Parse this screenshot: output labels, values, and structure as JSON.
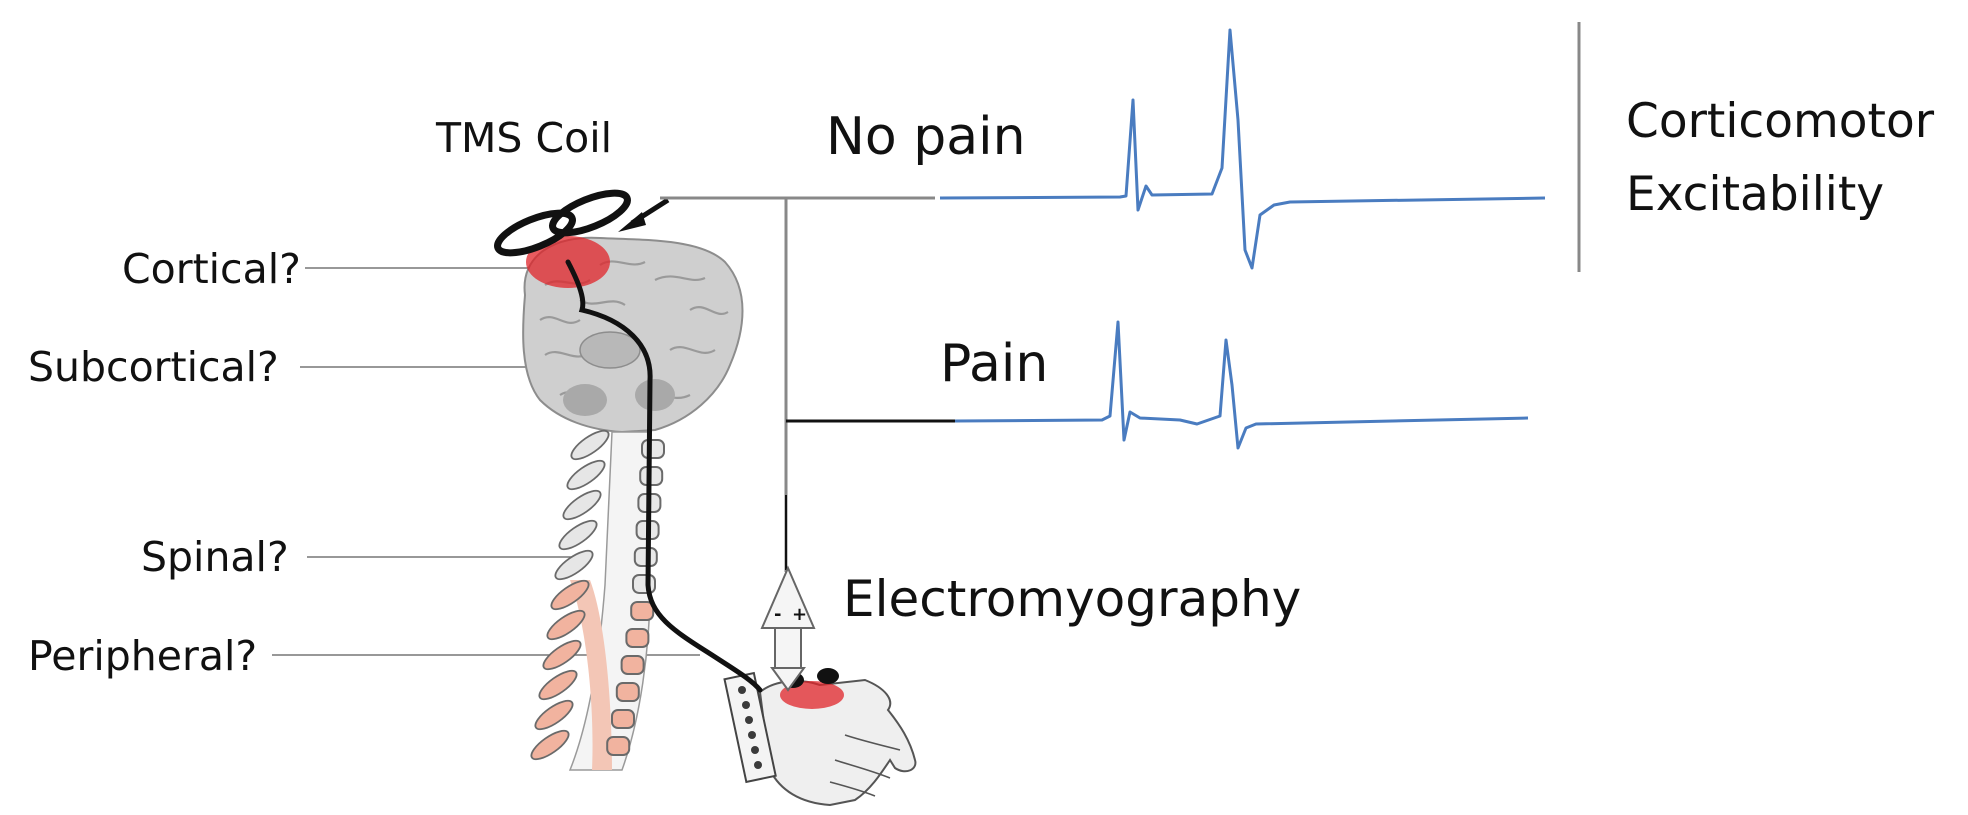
{
  "labels": {
    "tms_coil": "TMS Coil",
    "no_pain": "No pain",
    "pain": "Pain",
    "electromyography": "Electromyography",
    "outcome_line1": "Corticomotor",
    "outcome_line2": "Excitability"
  },
  "sites": [
    "Cortical?",
    "Subcortical?",
    "Spinal?",
    "Peripheral?"
  ],
  "colors": {
    "trace": "#4a7cc0",
    "lines": "#7a7a7a",
    "highlight": "#e0242a",
    "vertebra": "#f1b39f",
    "brain": "#cfcfcf"
  },
  "icons": [
    "tms-coil-icon",
    "brain-icon",
    "spine-icon",
    "hand-icon",
    "amplifier-icon"
  ]
}
